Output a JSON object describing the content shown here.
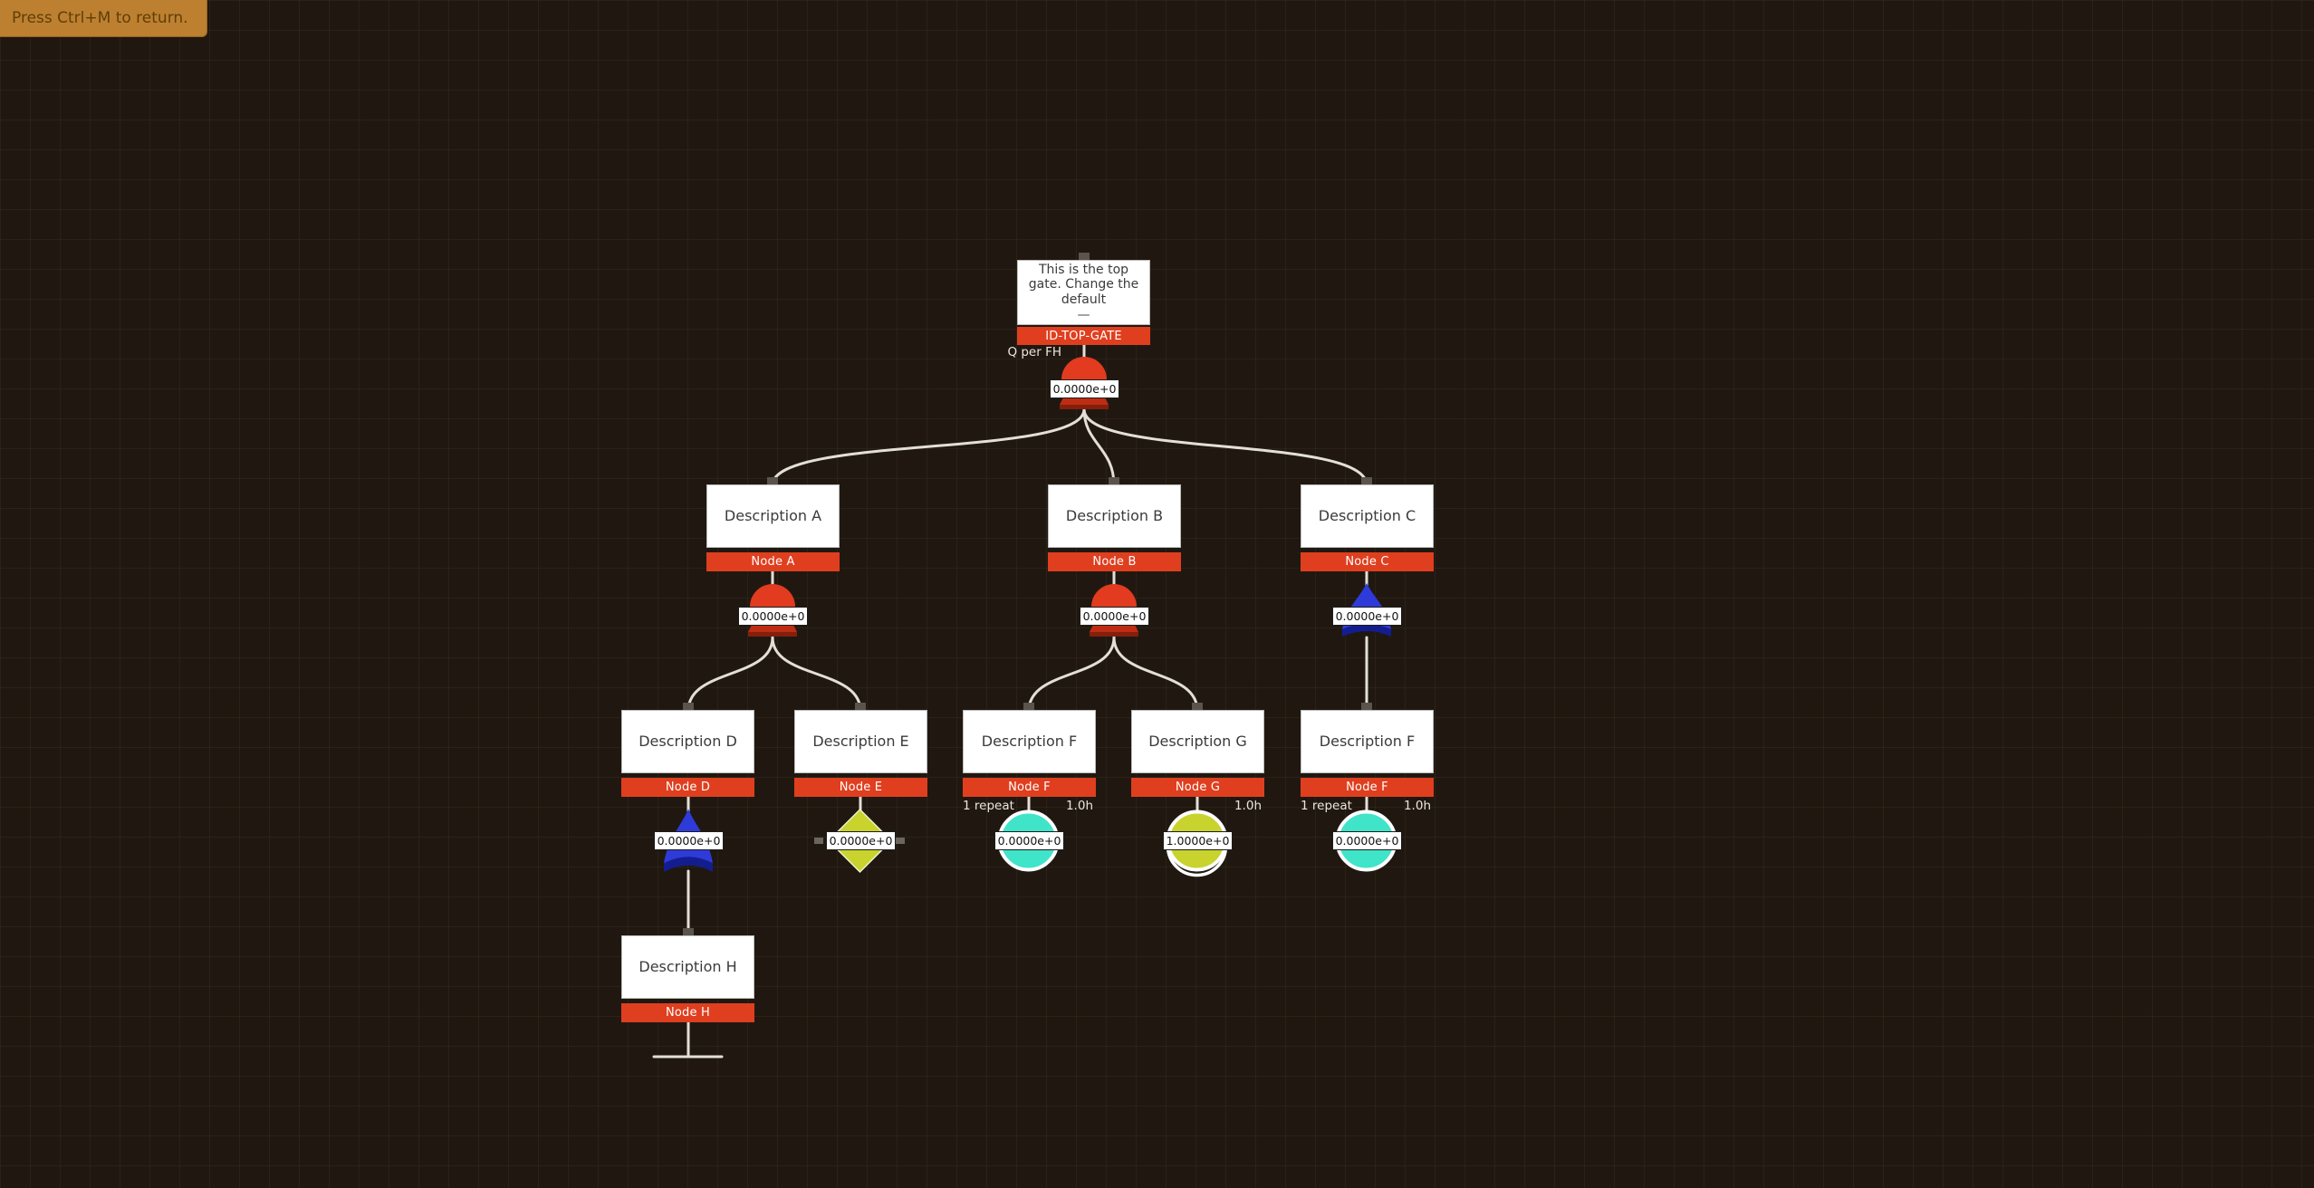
{
  "banner": {
    "text": "Press Ctrl+M to return."
  },
  "colors": {
    "background": "#201810",
    "id_label_bg": "#df3f1f",
    "and_gate": "#e23b1f",
    "or_gate": "#2e3bd8",
    "basic_event": "#3fe4c9",
    "undeveloped_event": "#c8d32e",
    "connector": "#e3dfd8",
    "banner_bg": "#bd8030"
  },
  "tree": {
    "top": {
      "description": "This is the top gate. Change the default",
      "separator": "—",
      "id": "ID-TOP-GATE",
      "rate_label": "Q per FH",
      "value": "0.0000e+0"
    },
    "node_a": {
      "description": "Description A",
      "id": "Node A",
      "value": "0.0000e+0"
    },
    "node_b": {
      "description": "Description B",
      "id": "Node B",
      "value": "0.0000e+0"
    },
    "node_c": {
      "description": "Description C",
      "id": "Node C",
      "value": "0.0000e+0"
    },
    "node_d": {
      "description": "Description D",
      "id": "Node D",
      "value": "0.0000e+0"
    },
    "node_e": {
      "description": "Description E",
      "id": "Node E",
      "value": "0.0000e+0"
    },
    "node_f1": {
      "description": "Description F",
      "id": "Node F",
      "value": "0.0000e+0",
      "repeat_label": "1 repeat",
      "exposure_label": "1.0h"
    },
    "node_g": {
      "description": "Description G",
      "id": "Node G",
      "value": "1.0000e+0",
      "exposure_label": "1.0h"
    },
    "node_f2": {
      "description": "Description F",
      "id": "Node F",
      "value": "0.0000e+0",
      "repeat_label": "1 repeat",
      "exposure_label": "1.0h"
    },
    "node_h": {
      "description": "Description H",
      "id": "Node H"
    }
  }
}
